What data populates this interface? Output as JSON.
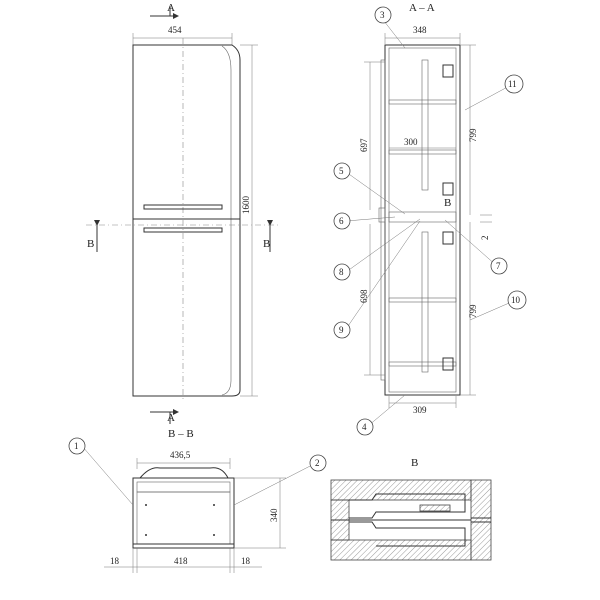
{
  "front": {
    "section_top": "A",
    "section_bottom": "A",
    "section_left": "B",
    "section_right": "B",
    "width_dim": "454",
    "height_dim": "1600"
  },
  "side": {
    "title": "A – A",
    "top_dim": "348",
    "bottom_dim": "309",
    "shelf_dim": "300",
    "upper_height": "697",
    "lower_height": "698",
    "upper_door": "799",
    "lower_door": "799",
    "gap_dim": "2",
    "detail_letter": "B"
  },
  "plan": {
    "title": "B – B",
    "width_dim": "436,5",
    "depth_dim": "340",
    "left_dim": "18",
    "inner_dim": "418",
    "right_dim": "18"
  },
  "detail": {
    "title": "B"
  },
  "callouts": [
    "1",
    "2",
    "3",
    "4",
    "5",
    "6",
    "7",
    "8",
    "9",
    "10",
    "11"
  ]
}
